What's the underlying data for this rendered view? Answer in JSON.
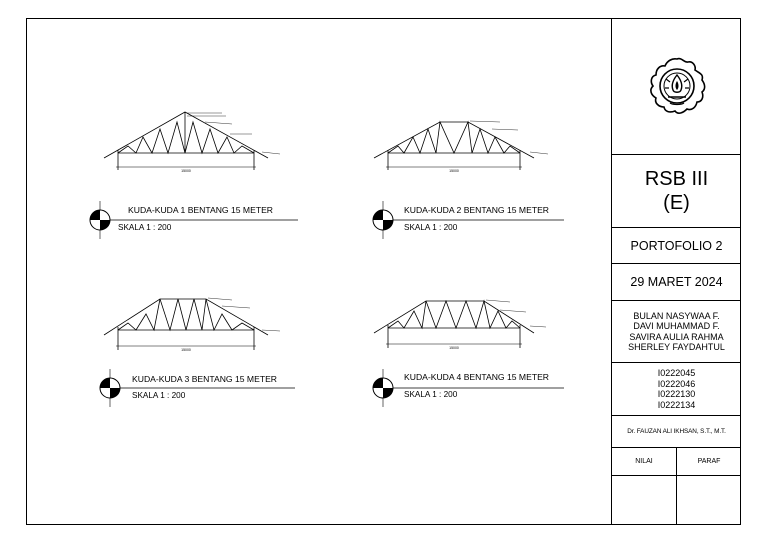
{
  "drawings": [
    {
      "title": "KUDA-KUDA 1 BENTANG 15 METER",
      "scale": "SKALA 1 : 200",
      "dim": "15000"
    },
    {
      "title": "KUDA-KUDA 2 BENTANG 15 METER",
      "scale": "SKALA 1 : 200",
      "dim": "15000"
    },
    {
      "title": "KUDA-KUDA 3 BENTANG 15 METER",
      "scale": "SKALA 1 : 200",
      "dim": "15000"
    },
    {
      "title": "KUDA-KUDA 4 BENTANG 15 METER",
      "scale": "SKALA 1 : 200",
      "dim": "15000"
    }
  ],
  "title_block": {
    "course": "RSB III",
    "class": "(E)",
    "assignment": "PORTOFOLIO 2",
    "date": "29 MARET 2024",
    "names": [
      "BULAN NASYWAA F.",
      "DAVI MUHAMMAD F.",
      "SAVIRA AULIA RAHMA",
      "SHERLEY FAYDAHTUL"
    ],
    "ids": [
      "I0222045",
      "I0222046",
      "I0222130",
      "I0222134"
    ],
    "lecturer": "Dr. FAUZAN ALI IKHSAN, S.T., M.T.",
    "grade_label": "NILAI",
    "sign_label": "PARAF"
  }
}
